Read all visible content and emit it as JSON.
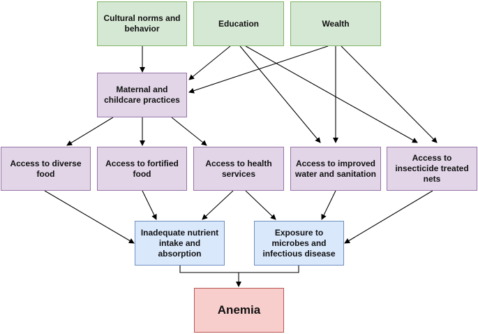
{
  "colors": {
    "determinant_fill": "#d5e8d4",
    "intermediate_fill": "#e1d5e7",
    "pathway_fill": "#dae8fc",
    "outcome_fill": "#f8cecc",
    "arrow": "#000000"
  },
  "nodes": {
    "cultural": "Cultural norms and behavior",
    "education": "Education",
    "wealth": "Wealth",
    "maternal": "Maternal and childcare practices",
    "diverse_food": "Access to diverse food",
    "fortified_food": "Access to fortified food",
    "health_services": "Access to health services",
    "water_sanitation": "Access to improved water and sanitation",
    "nets": "Access to insecticide treated nets",
    "nutrient_intake": "Inadequate nutrient intake and absorption",
    "microbes": "Exposure to microbes and infectious disease",
    "anemia": "Anemia"
  }
}
